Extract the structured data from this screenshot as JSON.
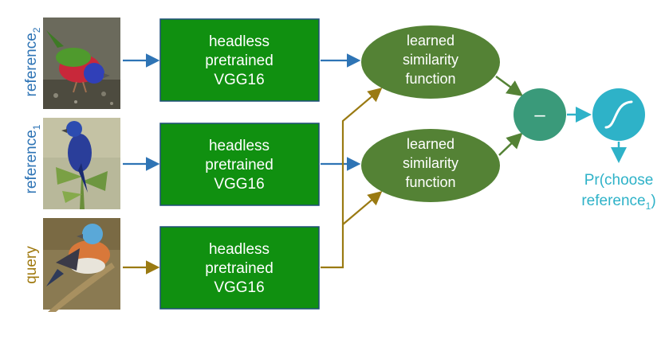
{
  "rows": [
    {
      "id": "reference2",
      "side_label": "reference",
      "side_sub": "2",
      "label_color": "#2e74b5",
      "arrow_color": "#2e74b5",
      "image_desc_icon": "painted-bunting-photo",
      "vgg_lines": [
        "headless",
        "pretrained",
        "VGG16"
      ]
    },
    {
      "id": "reference1",
      "side_label": "reference",
      "side_sub": "1",
      "label_color": "#2e74b5",
      "arrow_color": "#2e74b5",
      "image_desc_icon": "indigo-bunting-photo",
      "vgg_lines": [
        "headless",
        "pretrained",
        "VGG16"
      ]
    },
    {
      "id": "query",
      "side_label": "query",
      "side_sub": "",
      "label_color": "#a07a10",
      "arrow_color": "#9a7a12",
      "image_desc_icon": "lazuli-bunting-photo",
      "vgg_lines": [
        "headless",
        "pretrained",
        "VGG16"
      ]
    }
  ],
  "similarity": [
    {
      "lines": [
        "learned",
        "similarity",
        "function"
      ]
    },
    {
      "lines": [
        "learned",
        "similarity",
        "function"
      ]
    }
  ],
  "minus_symbol": "–",
  "sigmoid_icon": "sigmoid-icon",
  "output": {
    "line1": "Pr(choose",
    "line2_main": "reference",
    "line2_sub": "1",
    "line2_close": ")"
  },
  "colors": {
    "vgg_fill": "#109010",
    "vgg_stroke": "#1f4e79",
    "similarity_fill": "#548235",
    "minus_fill": "#3a9a7a",
    "sigmoid_fill": "#2eb2c8",
    "output_text": "#2eb2c8",
    "sim_arrow": "#548235",
    "teal_arrow": "#2eb2c8"
  }
}
